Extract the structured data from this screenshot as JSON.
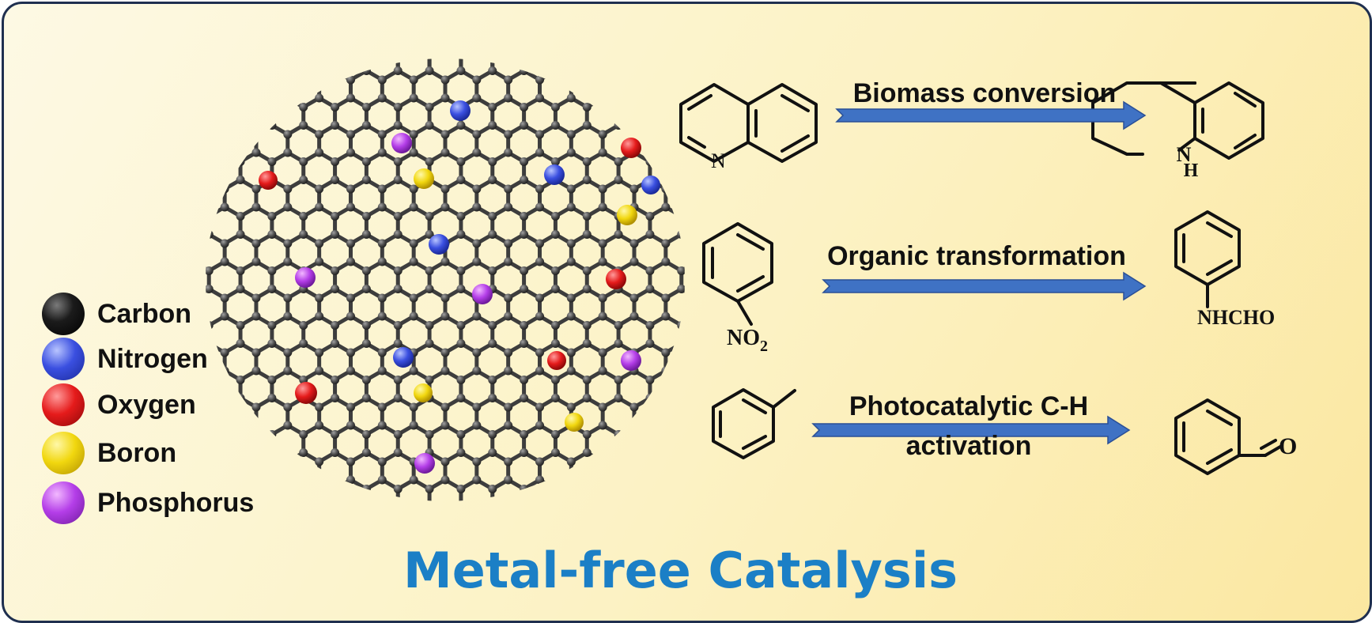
{
  "legend": {
    "items": [
      {
        "label": "Carbon",
        "color": "#111111"
      },
      {
        "label": "Nitrogen",
        "color": "#3a4fe0"
      },
      {
        "label": "Oxygen",
        "color": "#e51b1b"
      },
      {
        "label": "Boron",
        "color": "#f1d70f"
      },
      {
        "label": "Phosphorus",
        "color": "#b43ee8"
      }
    ]
  },
  "reactions": [
    {
      "label": "Biomass conversion"
    },
    {
      "label": "Organic transformation"
    },
    {
      "label_line1": "Photocatalytic C-H",
      "label_line2": "activation"
    }
  ],
  "molecules": {
    "quinoline_atom": "N",
    "thq_atom_n": "N",
    "thq_atom_h": "H",
    "nitro_n": "NO",
    "nitro_sub": "2",
    "formanilide_group": "NHCHO",
    "aldehyde_o": "O"
  },
  "title": "Metal-free Catalysis",
  "colors": {
    "title": "#1b7fc6",
    "arrow": "#3f72c4",
    "frame_border": "#1f2f4f",
    "background_start": "#fdf9e4",
    "background_end": "#fbe7a0"
  }
}
